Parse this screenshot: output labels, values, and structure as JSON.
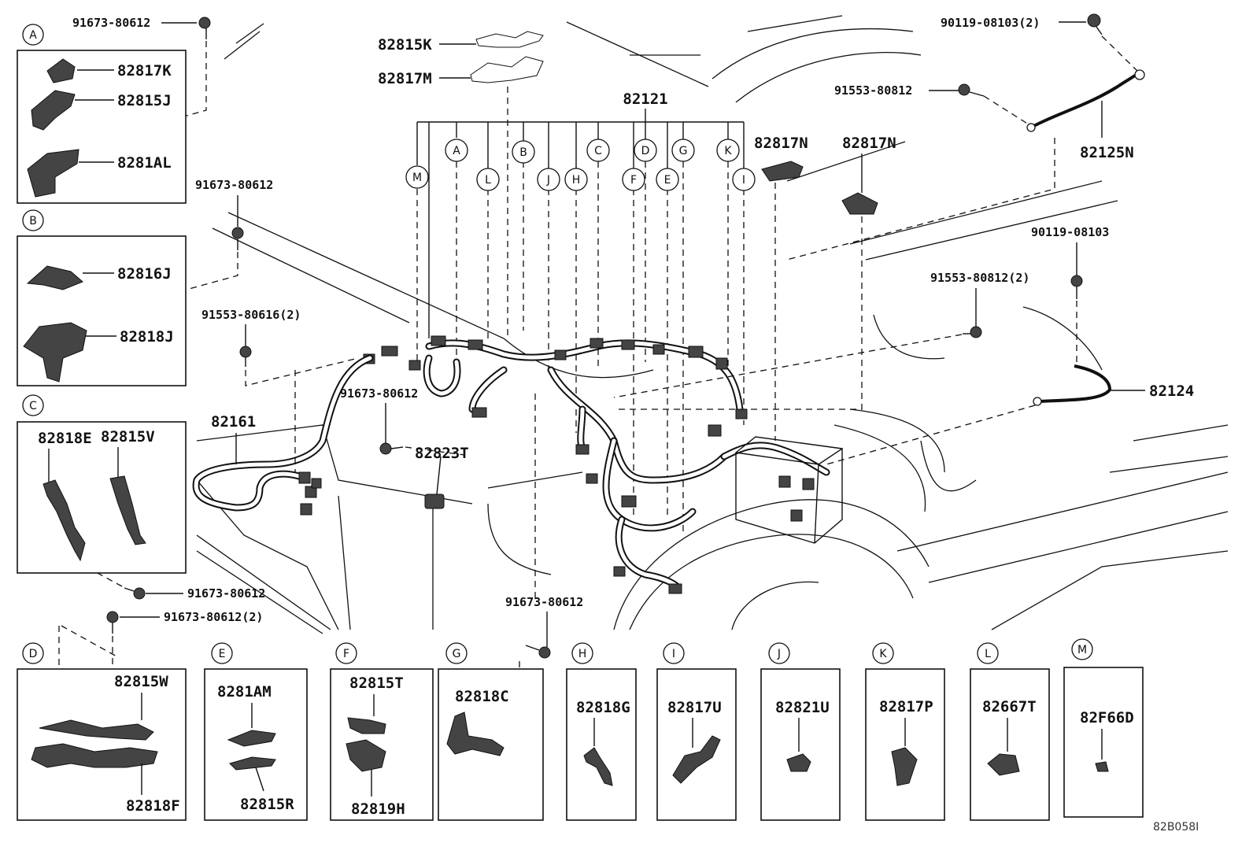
{
  "diagram": {
    "ref_code": "82B058I",
    "main_harness": "82121",
    "harness_letters": [
      "M",
      "A",
      "L",
      "B",
      "J",
      "H",
      "C",
      "F",
      "D",
      "E",
      "G",
      "K",
      "I"
    ],
    "callouts": {
      "top_left_bolt": "91673-80612",
      "mid_left_bolt": "91673-80612",
      "left_clamp": "91553-80616(2)",
      "center_bolt": "91673-80612",
      "wire_82161": "82161",
      "part_82823T": "82823T",
      "part_82815K": "82815K",
      "part_82817M": "82817M",
      "part_82817N_a": "82817N",
      "part_82817N_b": "82817N",
      "top_right_bolt": "90119-08103(2)",
      "top_right_clamp": "91553-80812",
      "ground_82125N": "82125N",
      "right_bolt": "90119-08103",
      "right_clamp": "91553-80812(2)",
      "ground_82124": "82124",
      "bottom_bolt_1": "91673-80612",
      "bottom_bolt_2": "91673-80612(2)",
      "bottom_center_bolt": "91673-80612"
    },
    "panels": {
      "A": {
        "letter": "A",
        "parts": [
          "82817K",
          "82815J",
          "8281AL"
        ]
      },
      "B": {
        "letter": "B",
        "parts": [
          "82816J",
          "82818J"
        ]
      },
      "C": {
        "letter": "C",
        "parts": [
          "82818E",
          "82815V"
        ]
      },
      "D": {
        "letter": "D",
        "parts": [
          "82815W",
          "82818F"
        ]
      },
      "E": {
        "letter": "E",
        "parts": [
          "8281AM",
          "82815R"
        ]
      },
      "F": {
        "letter": "F",
        "parts": [
          "82815T",
          "82819H"
        ]
      },
      "G": {
        "letter": "G",
        "parts": [
          "82818C"
        ]
      },
      "H": {
        "letter": "H",
        "parts": [
          "82818G"
        ]
      },
      "I": {
        "letter": "I",
        "parts": [
          "82817U"
        ]
      },
      "J": {
        "letter": "J",
        "parts": [
          "82821U"
        ]
      },
      "K": {
        "letter": "K",
        "parts": [
          "82817P"
        ]
      },
      "L": {
        "letter": "L",
        "parts": [
          "82667T"
        ]
      },
      "M": {
        "letter": "M",
        "parts": [
          "82F66D"
        ]
      }
    }
  }
}
